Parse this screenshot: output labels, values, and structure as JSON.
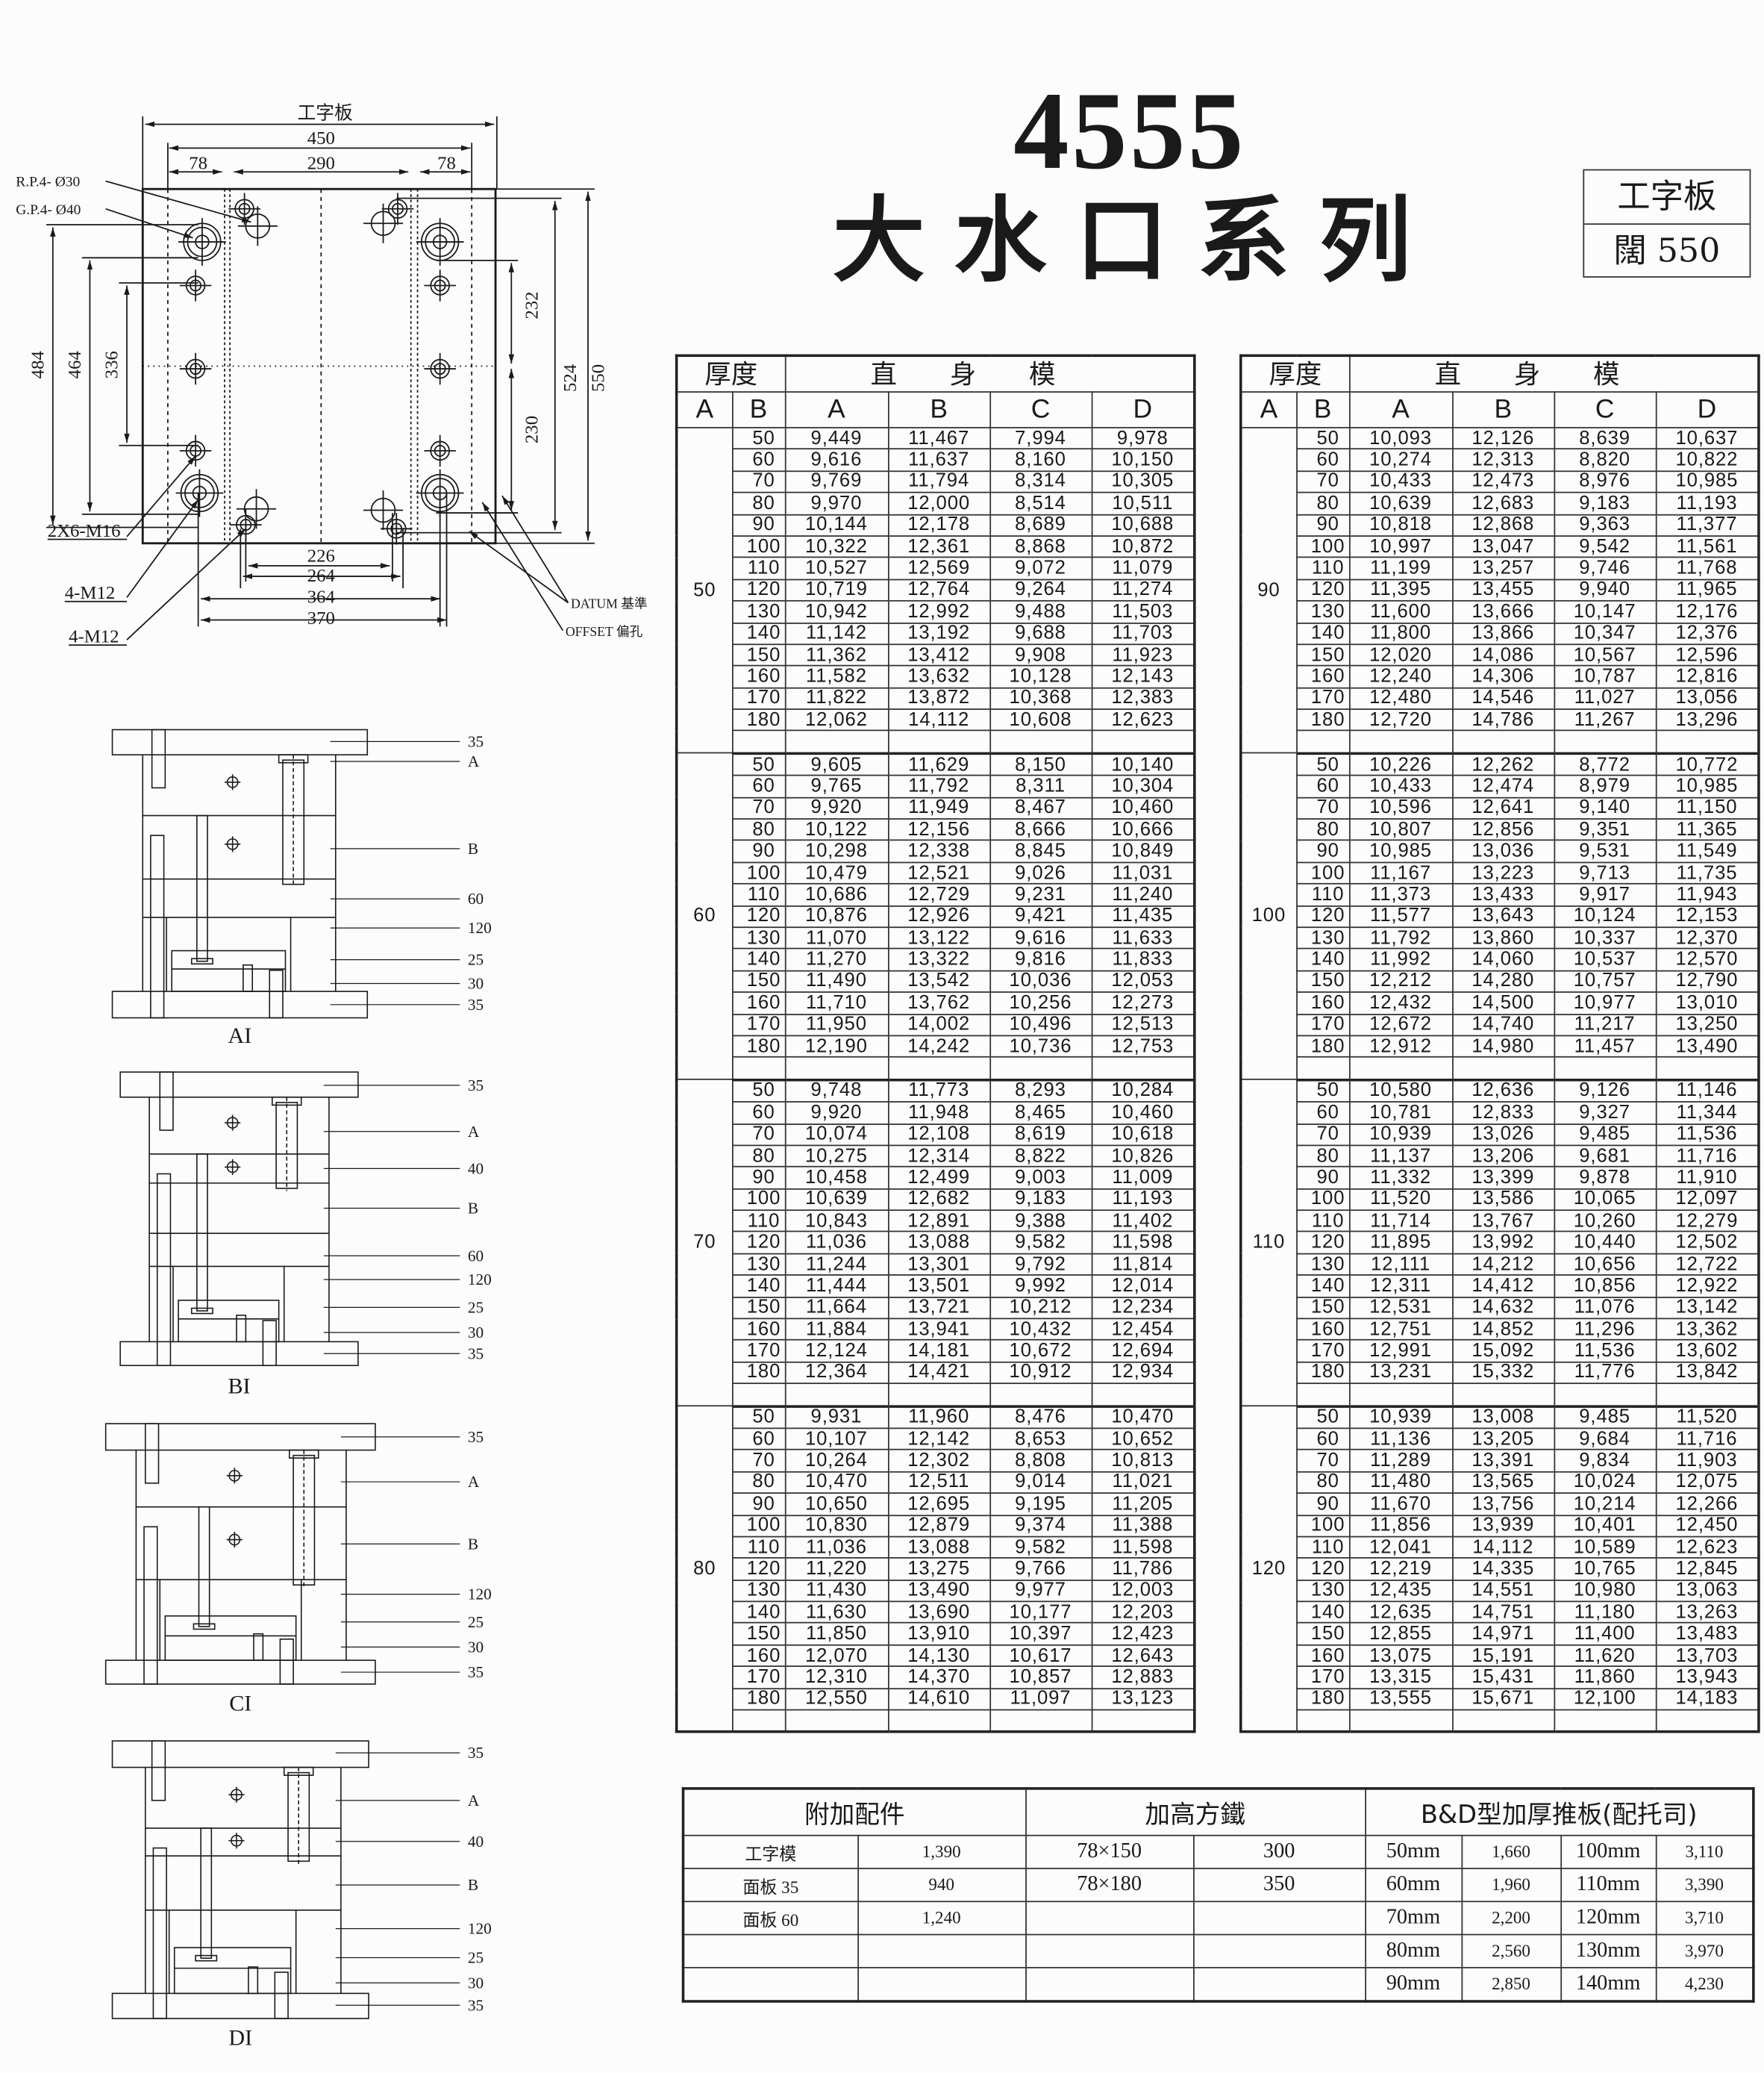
{
  "title": {
    "model": "4555",
    "series": "大水口系列"
  },
  "spec_box": {
    "plate": "工字板",
    "width": "闊 550"
  },
  "drawing": {
    "top_label": "工字板",
    "dims": {
      "w450": "450",
      "w78l": "78",
      "w290": "290",
      "w78r": "78",
      "h484": "484",
      "h464": "464",
      "h336": "336",
      "h232": "232",
      "h230": "230",
      "h524": "524",
      "h550": "550",
      "b226": "226",
      "b264": "264",
      "b364": "364",
      "b370": "370"
    },
    "labels": {
      "rp": "R.P.4-  Ø30",
      "gp": "G.P.4-  Ø40",
      "m16": "2X6-M16",
      "m12a": "4-M12",
      "m12b": "4-M12",
      "datum": "DATUM 基準",
      "offset": "OFFSET 偏孔"
    }
  },
  "sections": [
    {
      "name": "AI",
      "labels": [
        "35",
        "A",
        "B",
        "60",
        "120",
        "25",
        "30",
        "35"
      ]
    },
    {
      "name": "BI",
      "labels": [
        "35",
        "A",
        "40",
        "B",
        "60",
        "120",
        "25",
        "30",
        "35"
      ]
    },
    {
      "name": "CI",
      "labels": [
        "35",
        "A",
        "B",
        "120",
        "25",
        "30",
        "35"
      ]
    },
    {
      "name": "DI",
      "labels": [
        "35",
        "A",
        "40",
        "B",
        "120",
        "25",
        "30",
        "35"
      ]
    }
  ],
  "price_header": {
    "thickness": "厚度",
    "mold_type": "直身模",
    "cols": [
      "A",
      "B",
      "A",
      "B",
      "C",
      "D"
    ]
  },
  "left_table": [
    {
      "a": "50",
      "rows": [
        [
          "50",
          "9,449",
          "11,467",
          "7,994",
          "9,978"
        ],
        [
          "60",
          "9,616",
          "11,637",
          "8,160",
          "10,150"
        ],
        [
          "70",
          "9,769",
          "11,794",
          "8,314",
          "10,305"
        ],
        [
          "80",
          "9,970",
          "12,000",
          "8,514",
          "10,511"
        ],
        [
          "90",
          "10,144",
          "12,178",
          "8,689",
          "10,688"
        ],
        [
          "100",
          "10,322",
          "12,361",
          "8,868",
          "10,872"
        ],
        [
          "110",
          "10,527",
          "12,569",
          "9,072",
          "11,079"
        ],
        [
          "120",
          "10,719",
          "12,764",
          "9,264",
          "11,274"
        ],
        [
          "130",
          "10,942",
          "12,992",
          "9,488",
          "11,503"
        ],
        [
          "140",
          "11,142",
          "13,192",
          "9,688",
          "11,703"
        ],
        [
          "150",
          "11,362",
          "13,412",
          "9,908",
          "11,923"
        ],
        [
          "160",
          "11,582",
          "13,632",
          "10,128",
          "12,143"
        ],
        [
          "170",
          "11,822",
          "13,872",
          "10,368",
          "12,383"
        ],
        [
          "180",
          "12,062",
          "14,112",
          "10,608",
          "12,623"
        ]
      ]
    },
    {
      "a": "60",
      "rows": [
        [
          "50",
          "9,605",
          "11,629",
          "8,150",
          "10,140"
        ],
        [
          "60",
          "9,765",
          "11,792",
          "8,311",
          "10,304"
        ],
        [
          "70",
          "9,920",
          "11,949",
          "8,467",
          "10,460"
        ],
        [
          "80",
          "10,122",
          "12,156",
          "8,666",
          "10,666"
        ],
        [
          "90",
          "10,298",
          "12,338",
          "8,845",
          "10,849"
        ],
        [
          "100",
          "10,479",
          "12,521",
          "9,026",
          "11,031"
        ],
        [
          "110",
          "10,686",
          "12,729",
          "9,231",
          "11,240"
        ],
        [
          "120",
          "10,876",
          "12,926",
          "9,421",
          "11,435"
        ],
        [
          "130",
          "11,070",
          "13,122",
          "9,616",
          "11,633"
        ],
        [
          "140",
          "11,270",
          "13,322",
          "9,816",
          "11,833"
        ],
        [
          "150",
          "11,490",
          "13,542",
          "10,036",
          "12,053"
        ],
        [
          "160",
          "11,710",
          "13,762",
          "10,256",
          "12,273"
        ],
        [
          "170",
          "11,950",
          "14,002",
          "10,496",
          "12,513"
        ],
        [
          "180",
          "12,190",
          "14,242",
          "10,736",
          "12,753"
        ]
      ]
    },
    {
      "a": "70",
      "rows": [
        [
          "50",
          "9,748",
          "11,773",
          "8,293",
          "10,284"
        ],
        [
          "60",
          "9,920",
          "11,948",
          "8,465",
          "10,460"
        ],
        [
          "70",
          "10,074",
          "12,108",
          "8,619",
          "10,618"
        ],
        [
          "80",
          "10,275",
          "12,314",
          "8,822",
          "10,826"
        ],
        [
          "90",
          "10,458",
          "12,499",
          "9,003",
          "11,009"
        ],
        [
          "100",
          "10,639",
          "12,682",
          "9,183",
          "11,193"
        ],
        [
          "110",
          "10,843",
          "12,891",
          "9,388",
          "11,402"
        ],
        [
          "120",
          "11,036",
          "13,088",
          "9,582",
          "11,598"
        ],
        [
          "130",
          "11,244",
          "13,301",
          "9,792",
          "11,814"
        ],
        [
          "140",
          "11,444",
          "13,501",
          "9,992",
          "12,014"
        ],
        [
          "150",
          "11,664",
          "13,721",
          "10,212",
          "12,234"
        ],
        [
          "160",
          "11,884",
          "13,941",
          "10,432",
          "12,454"
        ],
        [
          "170",
          "12,124",
          "14,181",
          "10,672",
          "12,694"
        ],
        [
          "180",
          "12,364",
          "14,421",
          "10,912",
          "12,934"
        ]
      ]
    },
    {
      "a": "80",
      "rows": [
        [
          "50",
          "9,931",
          "11,960",
          "8,476",
          "10,470"
        ],
        [
          "60",
          "10,107",
          "12,142",
          "8,653",
          "10,652"
        ],
        [
          "70",
          "10,264",
          "12,302",
          "8,808",
          "10,813"
        ],
        [
          "80",
          "10,470",
          "12,511",
          "9,014",
          "11,021"
        ],
        [
          "90",
          "10,650",
          "12,695",
          "9,195",
          "11,205"
        ],
        [
          "100",
          "10,830",
          "12,879",
          "9,374",
          "11,388"
        ],
        [
          "110",
          "11,036",
          "13,088",
          "9,582",
          "11,598"
        ],
        [
          "120",
          "11,220",
          "13,275",
          "9,766",
          "11,786"
        ],
        [
          "130",
          "11,430",
          "13,490",
          "9,977",
          "12,003"
        ],
        [
          "140",
          "11,630",
          "13,690",
          "10,177",
          "12,203"
        ],
        [
          "150",
          "11,850",
          "13,910",
          "10,397",
          "12,423"
        ],
        [
          "160",
          "12,070",
          "14,130",
          "10,617",
          "12,643"
        ],
        [
          "170",
          "12,310",
          "14,370",
          "10,857",
          "12,883"
        ],
        [
          "180",
          "12,550",
          "14,610",
          "11,097",
          "13,123"
        ]
      ]
    }
  ],
  "right_table": [
    {
      "a": "90",
      "rows": [
        [
          "50",
          "10,093",
          "12,126",
          "8,639",
          "10,637"
        ],
        [
          "60",
          "10,274",
          "12,313",
          "8,820",
          "10,822"
        ],
        [
          "70",
          "10,433",
          "12,473",
          "8,976",
          "10,985"
        ],
        [
          "80",
          "10,639",
          "12,683",
          "9,183",
          "11,193"
        ],
        [
          "90",
          "10,818",
          "12,868",
          "9,363",
          "11,377"
        ],
        [
          "100",
          "10,997",
          "13,047",
          "9,542",
          "11,561"
        ],
        [
          "110",
          "11,199",
          "13,257",
          "9,746",
          "11,768"
        ],
        [
          "120",
          "11,395",
          "13,455",
          "9,940",
          "11,965"
        ],
        [
          "130",
          "11,600",
          "13,666",
          "10,147",
          "12,176"
        ],
        [
          "140",
          "11,800",
          "13,866",
          "10,347",
          "12,376"
        ],
        [
          "150",
          "12,020",
          "14,086",
          "10,567",
          "12,596"
        ],
        [
          "160",
          "12,240",
          "14,306",
          "10,787",
          "12,816"
        ],
        [
          "170",
          "12,480",
          "14,546",
          "11,027",
          "13,056"
        ],
        [
          "180",
          "12,720",
          "14,786",
          "11,267",
          "13,296"
        ]
      ]
    },
    {
      "a": "100",
      "rows": [
        [
          "50",
          "10,226",
          "12,262",
          "8,772",
          "10,772"
        ],
        [
          "60",
          "10,433",
          "12,474",
          "8,979",
          "10,985"
        ],
        [
          "70",
          "10,596",
          "12,641",
          "9,140",
          "11,150"
        ],
        [
          "80",
          "10,807",
          "12,856",
          "9,351",
          "11,365"
        ],
        [
          "90",
          "10,985",
          "13,036",
          "9,531",
          "11,549"
        ],
        [
          "100",
          "11,167",
          "13,223",
          "9,713",
          "11,735"
        ],
        [
          "110",
          "11,373",
          "13,433",
          "9,917",
          "11,943"
        ],
        [
          "120",
          "11,577",
          "13,643",
          "10,124",
          "12,153"
        ],
        [
          "130",
          "11,792",
          "13,860",
          "10,337",
          "12,370"
        ],
        [
          "140",
          "11,992",
          "14,060",
          "10,537",
          "12,570"
        ],
        [
          "150",
          "12,212",
          "14,280",
          "10,757",
          "12,790"
        ],
        [
          "160",
          "12,432",
          "14,500",
          "10,977",
          "13,010"
        ],
        [
          "170",
          "12,672",
          "14,740",
          "11,217",
          "13,250"
        ],
        [
          "180",
          "12,912",
          "14,980",
          "11,457",
          "13,490"
        ]
      ]
    },
    {
      "a": "110",
      "rows": [
        [
          "50",
          "10,580",
          "12,636",
          "9,126",
          "11,146"
        ],
        [
          "60",
          "10,781",
          "12,833",
          "9,327",
          "11,344"
        ],
        [
          "70",
          "10,939",
          "13,026",
          "9,485",
          "11,536"
        ],
        [
          "80",
          "11,137",
          "13,206",
          "9,681",
          "11,716"
        ],
        [
          "90",
          "11,332",
          "13,399",
          "9,878",
          "11,910"
        ],
        [
          "100",
          "11,520",
          "13,586",
          "10,065",
          "12,097"
        ],
        [
          "110",
          "11,714",
          "13,767",
          "10,260",
          "12,279"
        ],
        [
          "120",
          "11,895",
          "13,992",
          "10,440",
          "12,502"
        ],
        [
          "130",
          "12,111",
          "14,212",
          "10,656",
          "12,722"
        ],
        [
          "140",
          "12,311",
          "14,412",
          "10,856",
          "12,922"
        ],
        [
          "150",
          "12,531",
          "14,632",
          "11,076",
          "13,142"
        ],
        [
          "160",
          "12,751",
          "14,852",
          "11,296",
          "13,362"
        ],
        [
          "170",
          "12,991",
          "15,092",
          "11,536",
          "13,602"
        ],
        [
          "180",
          "13,231",
          "15,332",
          "11,776",
          "13,842"
        ]
      ]
    },
    {
      "a": "120",
      "rows": [
        [
          "50",
          "10,939",
          "13,008",
          "9,485",
          "11,520"
        ],
        [
          "60",
          "11,136",
          "13,205",
          "9,684",
          "11,716"
        ],
        [
          "70",
          "11,289",
          "13,391",
          "9,834",
          "11,903"
        ],
        [
          "80",
          "11,480",
          "13,565",
          "10,024",
          "12,075"
        ],
        [
          "90",
          "11,670",
          "13,756",
          "10,214",
          "12,266"
        ],
        [
          "100",
          "11,856",
          "13,939",
          "10,401",
          "12,450"
        ],
        [
          "110",
          "12,041",
          "14,112",
          "10,589",
          "12,623"
        ],
        [
          "120",
          "12,219",
          "14,335",
          "10,765",
          "12,845"
        ],
        [
          "130",
          "12,435",
          "14,551",
          "10,980",
          "13,063"
        ],
        [
          "140",
          "12,635",
          "14,751",
          "11,180",
          "13,263"
        ],
        [
          "150",
          "12,855",
          "14,971",
          "11,400",
          "13,483"
        ],
        [
          "160",
          "13,075",
          "15,191",
          "11,620",
          "13,703"
        ],
        [
          "170",
          "13,315",
          "15,431",
          "11,860",
          "13,943"
        ],
        [
          "180",
          "13,555",
          "15,671",
          "12,100",
          "14,183"
        ]
      ]
    }
  ],
  "extras": {
    "accessories": {
      "title": "附加配件",
      "items": [
        {
          "name": "工字模",
          "price": "1,390"
        },
        {
          "name": "面板 35",
          "price": "940"
        },
        {
          "name": "面板 60",
          "price": "1,240"
        }
      ]
    },
    "spacer_blocks": {
      "title": "加高方鐵",
      "items": [
        {
          "size": "78×150",
          "price": "300"
        },
        {
          "size": "78×180",
          "price": "350"
        }
      ]
    },
    "ejector_plates": {
      "title": "B&D型加厚推板(配托司)",
      "items": [
        [
          "50mm",
          "1,660",
          "100mm",
          "3,110"
        ],
        [
          "60mm",
          "1,960",
          "110mm",
          "3,390"
        ],
        [
          "70mm",
          "2,200",
          "120mm",
          "3,710"
        ],
        [
          "80mm",
          "2,560",
          "130mm",
          "3,970"
        ],
        [
          "90mm",
          "2,850",
          "140mm",
          "4,230"
        ]
      ]
    }
  }
}
